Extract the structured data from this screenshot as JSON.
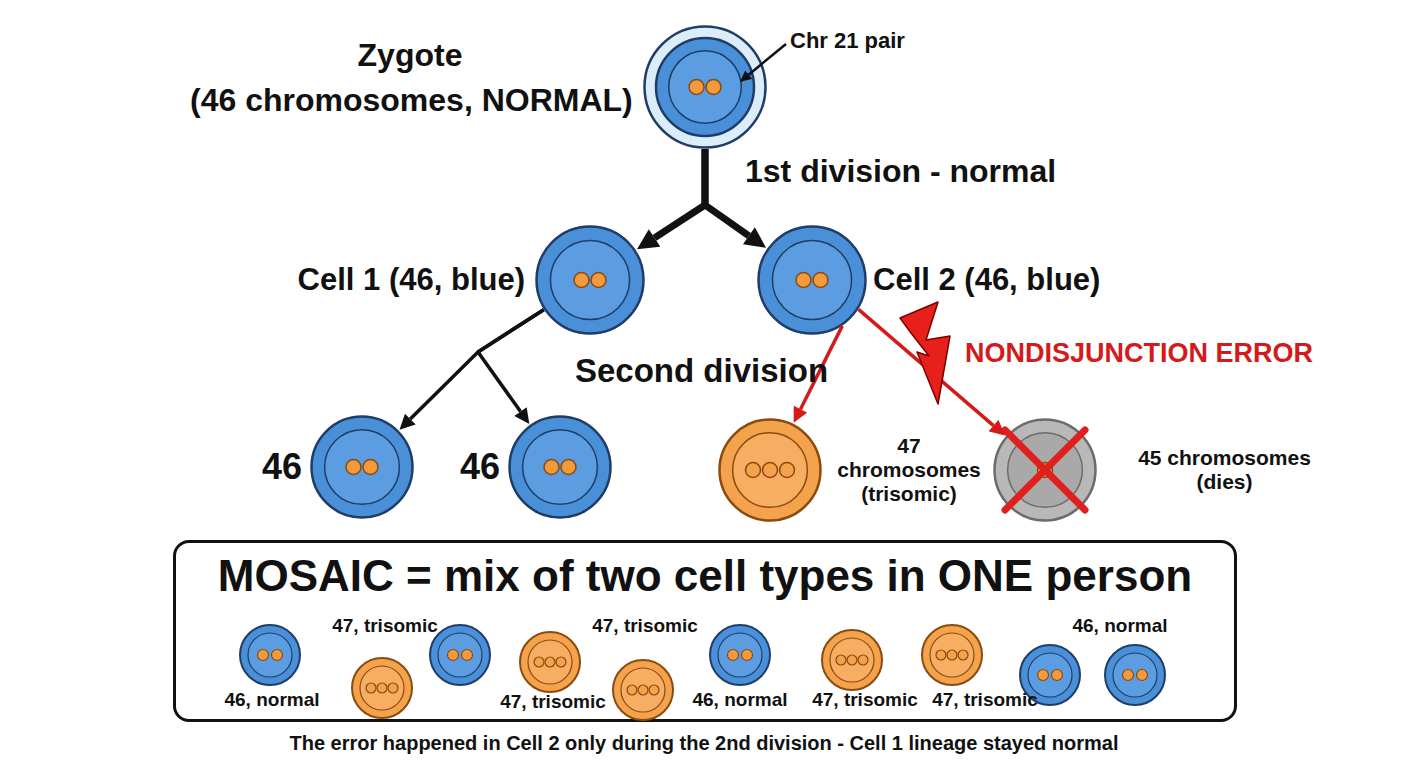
{
  "diagram": {
    "caption": "The error happened in Cell 2 only during the 2nd division - Cell 1 lineage stayed normal",
    "nodes": [
      {
        "text": [
          "Zygote",
          "(46 chromosomes, NORMAL)"
        ]
      },
      {
        "text": [
          "Cell 1 (46, blue)"
        ]
      },
      {
        "text": [
          "Cell 2 (46, blue)"
        ]
      },
      {
        "text": [
          "46"
        ]
      },
      {
        "text": [
          "46"
        ]
      },
      {
        "text": [
          "47 chromosomes (trisomic)"
        ]
      },
      {
        "text": [
          "45 chromosomes (dies)"
        ]
      },
      {
        "text": [
          "MOSAIC = mix of two cell types in ONE person"
        ]
      }
    ],
    "edges": [
      {
        "from": 0,
        "to": 1,
        "arrow": "to",
        "label": "1st division - normal"
      },
      {
        "from": 0,
        "to": 2,
        "arrow": "to"
      },
      {
        "from": 1,
        "to": 3,
        "arrow": "to"
      },
      {
        "from": 1,
        "to": 4,
        "arrow": "to"
      },
      {
        "from": 2,
        "to": 5,
        "arrow": "to"
      },
      {
        "from": 2,
        "to": 6,
        "arrow": "to"
      }
    ],
    "labels": [
      "Chr 21 pair",
      "Second division",
      "NONDISJUNCTION ERROR",
      "46, normal",
      "47, trisomic",
      "47, trisomic",
      "47, trisomic",
      "46, normal",
      "47, trisomic",
      "47, trisomic",
      "46, normal"
    ]
  }
}
